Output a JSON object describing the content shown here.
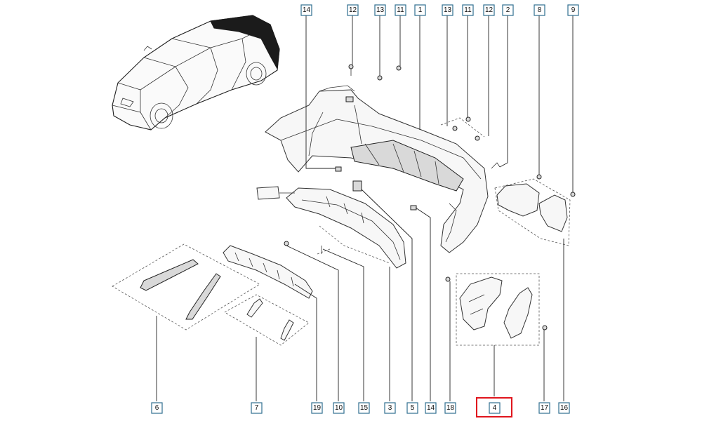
{
  "callouts_top": [
    "14",
    "12",
    "13",
    "11",
    "1",
    "13",
    "11",
    "12",
    "2",
    "8",
    "9"
  ],
  "callouts_bottom": [
    "6",
    "7",
    "19",
    "10",
    "15",
    "3",
    "5",
    "14",
    "18",
    "4",
    "17",
    "16"
  ],
  "highlighted_callout": "4",
  "highlight_color": "#e0151d",
  "callout_border_color": "#2f6f8f"
}
